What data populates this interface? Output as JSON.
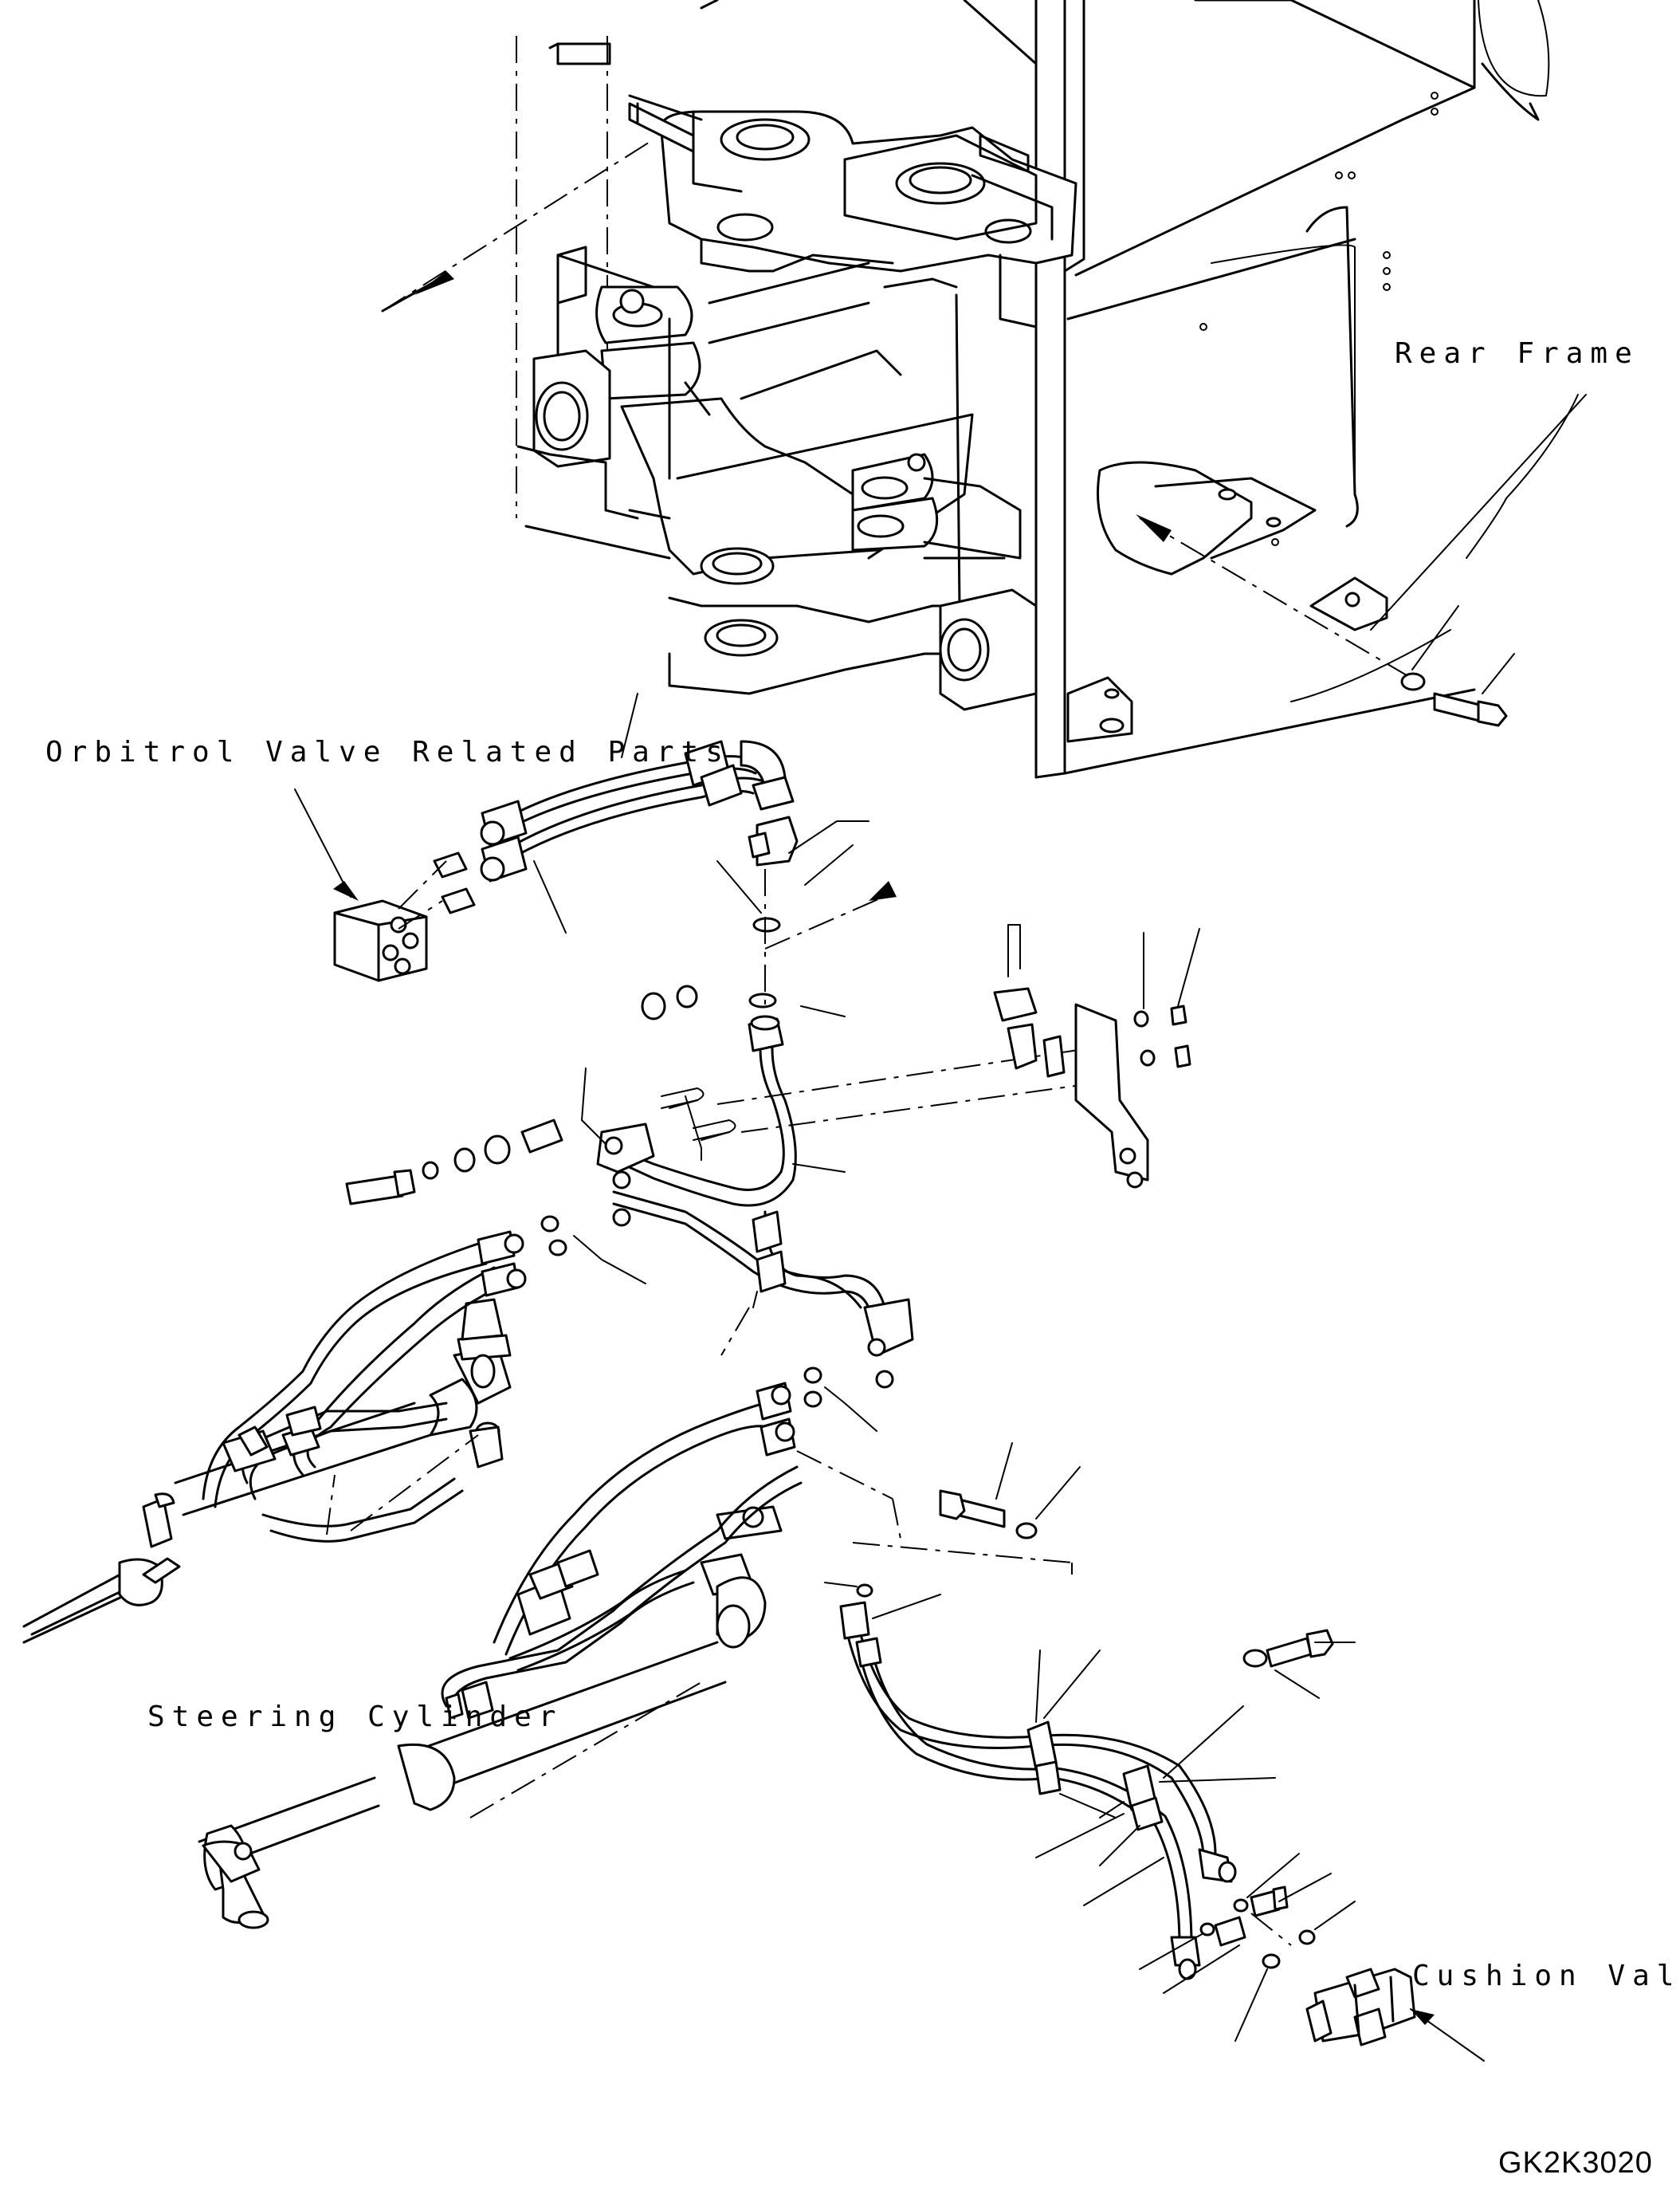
{
  "labels": {
    "rear_frame": "Rear Frame",
    "orbitrol_valve": "Orbitrol Valve Related Parts",
    "steering_cylinder": "Steering Cylinder",
    "cushion_valve": "Cushion Valve"
  },
  "drawing_code": "GK2K3020"
}
